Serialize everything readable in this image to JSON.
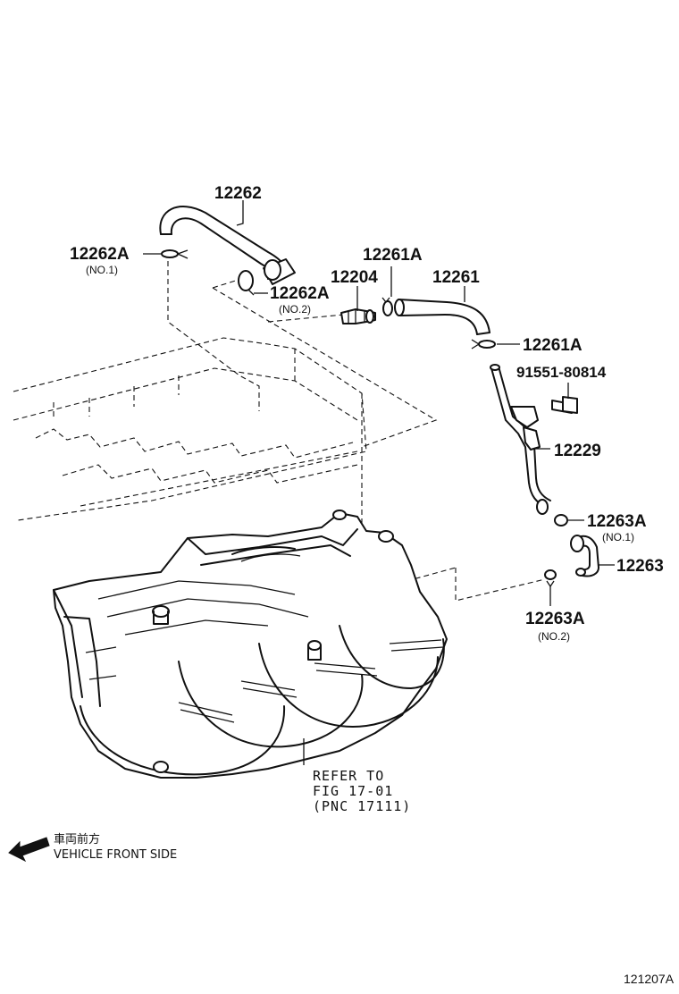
{
  "labels": {
    "p12262": "12262",
    "p12262a_1": "12262A",
    "p12262a_1_sub": "(NO.1)",
    "p12262a_2": "12262A",
    "p12262a_2_sub": "(NO.2)",
    "p12261a_top": "12261A",
    "p12204": "12204",
    "p12261": "12261",
    "p12261a_mid": "12261A",
    "p91551": "91551-80814",
    "p12229": "12229",
    "p12263a_1": "12263A",
    "p12263a_1_sub": "(NO.1)",
    "p12263": "12263",
    "p12263a_2": "12263A",
    "p12263a_2_sub": "(NO.2)"
  },
  "refer": {
    "line1": "REFER TO",
    "line2": "FIG 17-01",
    "line3": "(PNC 17111)"
  },
  "front": {
    "jp": "車両前方",
    "en": "VEHICLE FRONT SIDE"
  },
  "figure_id": "121207A"
}
